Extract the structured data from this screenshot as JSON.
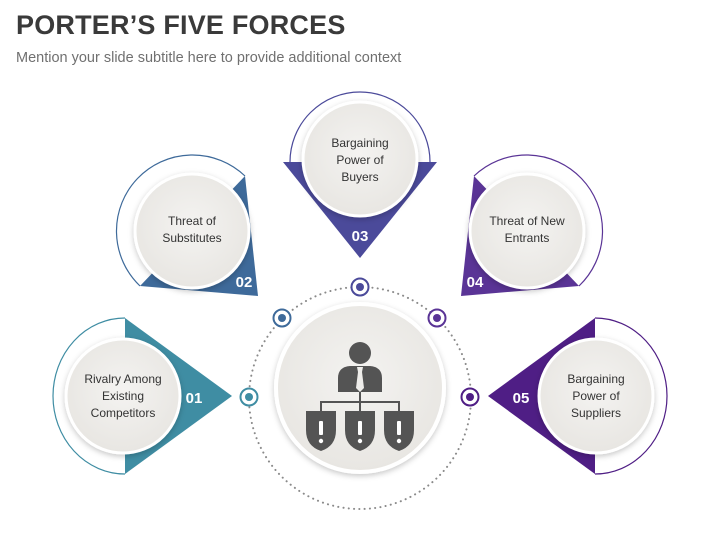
{
  "title": "PORTER’S FIVE FORCES",
  "subtitle": "Mention your slide subtitle here to provide additional context",
  "colors": {
    "force_01": "#3f8da3",
    "force_02": "#3e6a9a",
    "force_03": "#4b4a9a",
    "force_04": "#5a3496",
    "force_05": "#4f1e85",
    "circle_fill": "#eeedea",
    "icon": "#545454",
    "dotted_ring": "#8a8a8a"
  },
  "center_icon": "business-person-with-three-shields-icon",
  "forces": [
    {
      "number": "01",
      "label": "Rivalry Among Existing Competitors"
    },
    {
      "number": "02",
      "label": "Threat of Substitutes"
    },
    {
      "number": "03",
      "label": "Bargaining Power of Buyers"
    },
    {
      "number": "04",
      "label": "Threat of New Entrants"
    },
    {
      "number": "05",
      "label": "Bargaining Power of Suppliers"
    }
  ]
}
